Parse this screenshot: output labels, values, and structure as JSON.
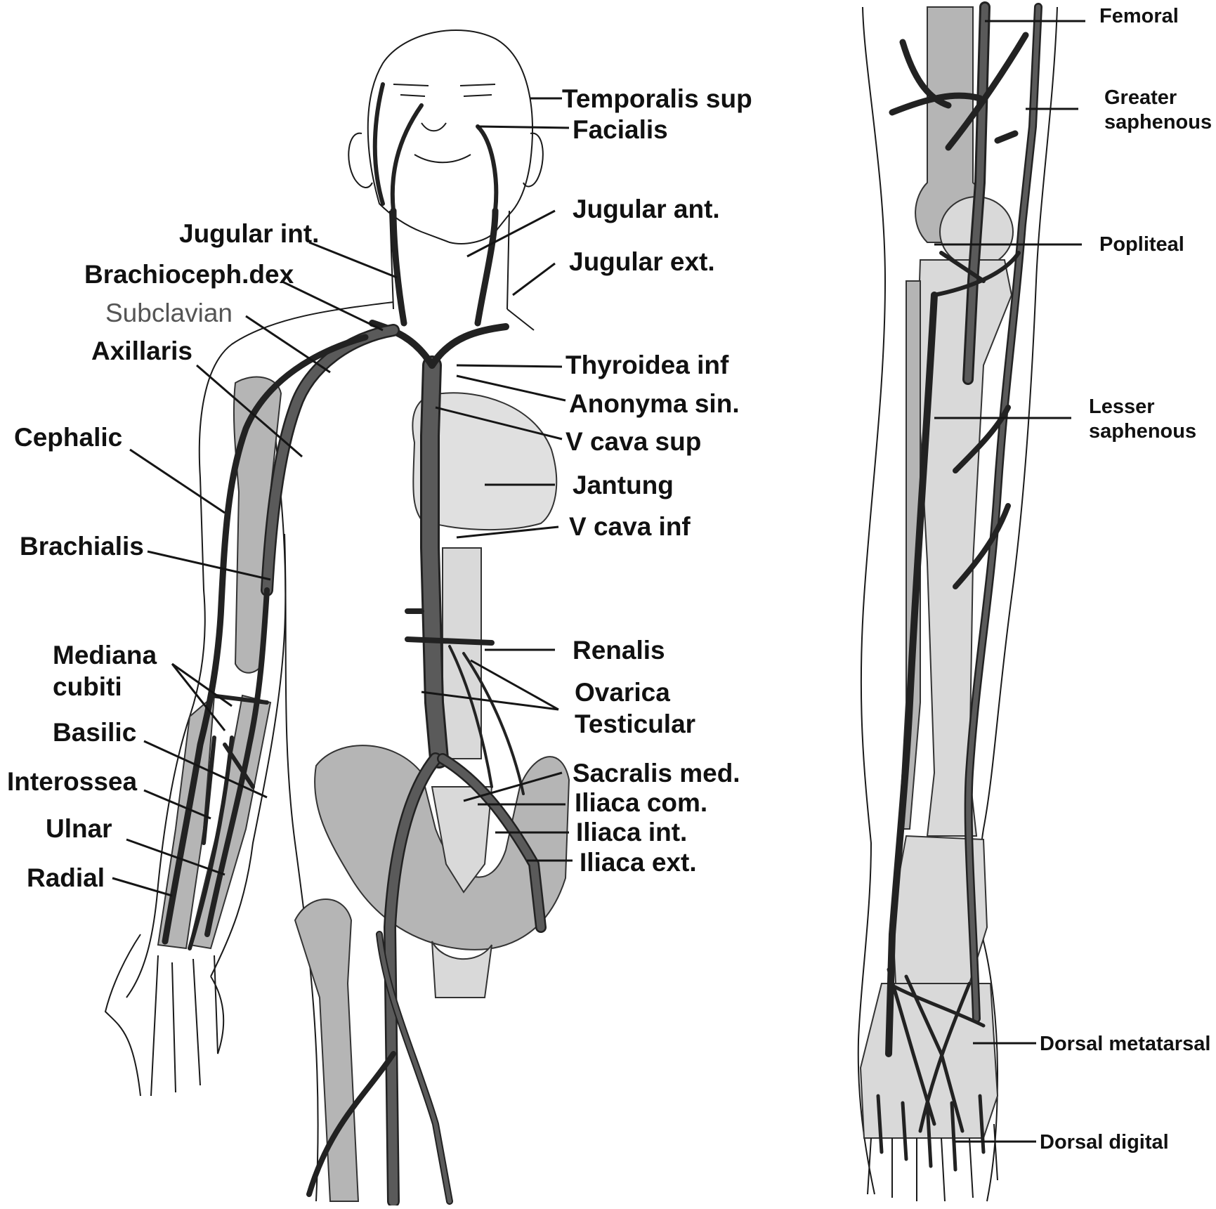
{
  "left_figure": {
    "labels": {
      "temporalis_sup": "Temporalis sup",
      "facialis": "Facialis",
      "jugular_ant": "Jugular ant.",
      "jugular_int": "Jugular int.",
      "jugular_ext": "Jugular ext.",
      "brachioceph_dex": "Brachioceph.dex",
      "subclavian": "Subclavian",
      "axillaris": "Axillaris",
      "thyroidea_inf": "Thyroidea inf",
      "anonyma_sin": "Anonyma sin.",
      "v_cava_sup": "V cava sup",
      "cephalic": "Cephalic",
      "jantung": "Jantung",
      "v_cava_inf": "V cava inf",
      "brachialis": "Brachialis",
      "renalis": "Renalis",
      "mediana": "Mediana",
      "cubiti": "cubiti",
      "ovarica": "Ovarica",
      "testicular": "Testicular",
      "basilic": "Basilic",
      "sacralis_med": "Sacralis med.",
      "interossea": "Interossea",
      "iliaca_com": "Iliaca com.",
      "iliaca_int": "Iliaca int.",
      "ulnar": "Ulnar",
      "iliaca_ext": "Iliaca ext.",
      "radial": "Radial"
    }
  },
  "right_figure": {
    "labels": {
      "femoral": "Femoral",
      "greater_1": "Greater",
      "greater_2": "saphenous",
      "popliteal": "Popliteal",
      "lesser_1": "Lesser",
      "lesser_2": "saphenous",
      "dorsal_metatarsal": "Dorsal metatarsal",
      "dorsal_digital": "Dorsal digital"
    }
  },
  "colors": {
    "vein": "#5a5a5a",
    "bone": "#b5b5b5",
    "outline": "#1a1a1a",
    "label": "#111111",
    "subclavian_label": "#555555"
  }
}
